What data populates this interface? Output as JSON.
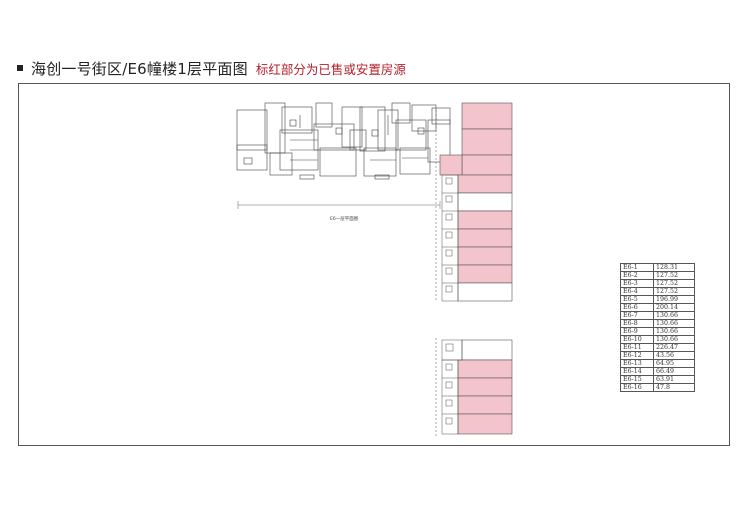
{
  "header": {
    "title": "海创一号街区/E6幢楼1层平面图",
    "subtitle": "标红部分为已售或安置房源"
  },
  "plan": {
    "caption": "E6一层平面图",
    "highlight_color": "#f4c4cc"
  },
  "area_table": {
    "rows": [
      {
        "id": "E6-1",
        "area": "128.31"
      },
      {
        "id": "E6-2",
        "area": "127.52"
      },
      {
        "id": "E6-3",
        "area": "127.52"
      },
      {
        "id": "E6-4",
        "area": "127.52"
      },
      {
        "id": "E6-5",
        "area": "196.99"
      },
      {
        "id": "E6-6",
        "area": "200.14"
      },
      {
        "id": "E6-7",
        "area": "130.66"
      },
      {
        "id": "E6-8",
        "area": "130.66"
      },
      {
        "id": "E6-9",
        "area": "130.66"
      },
      {
        "id": "E6-10",
        "area": "130.66"
      },
      {
        "id": "E6-11",
        "area": "226.47"
      },
      {
        "id": "E6-12",
        "area": "43.56"
      },
      {
        "id": "E6-13",
        "area": "64.95"
      },
      {
        "id": "E6-14",
        "area": "66.49"
      },
      {
        "id": "E6-15",
        "area": "63.91"
      },
      {
        "id": "E6-16",
        "area": "47.8"
      }
    ]
  }
}
